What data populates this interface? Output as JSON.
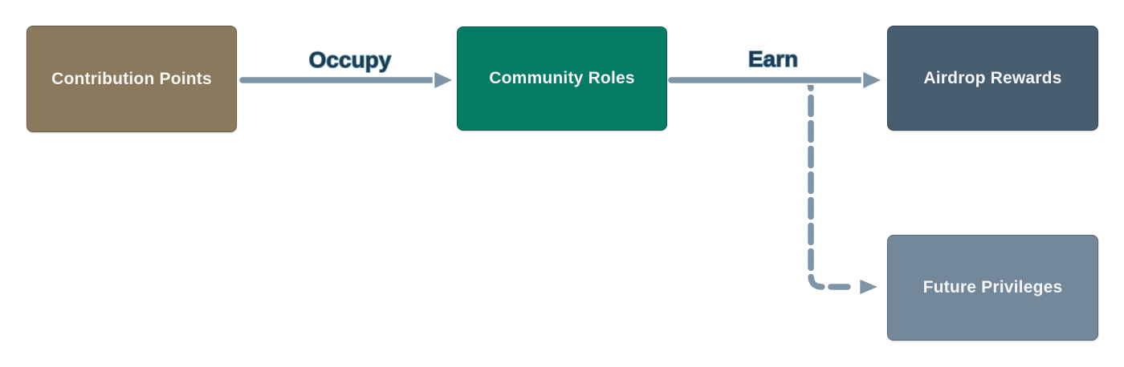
{
  "diagram": {
    "type": "flowchart",
    "direction": "left-to-right",
    "nodes": [
      {
        "id": "contribution-points",
        "label": "Contribution Points",
        "bg": "#8a795d"
      },
      {
        "id": "community-roles",
        "label": "Community Roles",
        "bg": "#067b65"
      },
      {
        "id": "airdrop-rewards",
        "label": "Airdrop Rewards",
        "bg": "#475e71"
      },
      {
        "id": "future-privileges",
        "label": "Future Privileges",
        "bg": "#73899b"
      }
    ],
    "edges": [
      {
        "from": "Contribution Points",
        "to": "Community Roles",
        "label": "Occupy",
        "style": "solid-arrow"
      },
      {
        "from": "Community Roles",
        "to": "Airdrop Rewards",
        "label": "Earn",
        "style": "solid-arrow"
      },
      {
        "from": "Earn edge",
        "to": "Future Privileges",
        "label": "",
        "style": "dashed-arrow"
      }
    ],
    "colors": {
      "background": "#ffffff",
      "node_text": "#f5f5f5",
      "arrow": "#7e95a8",
      "arrow_outline": "#ffffff",
      "edge_label_fill": "#1e3c50",
      "edge_label_stroke": "#76a3c0"
    }
  }
}
